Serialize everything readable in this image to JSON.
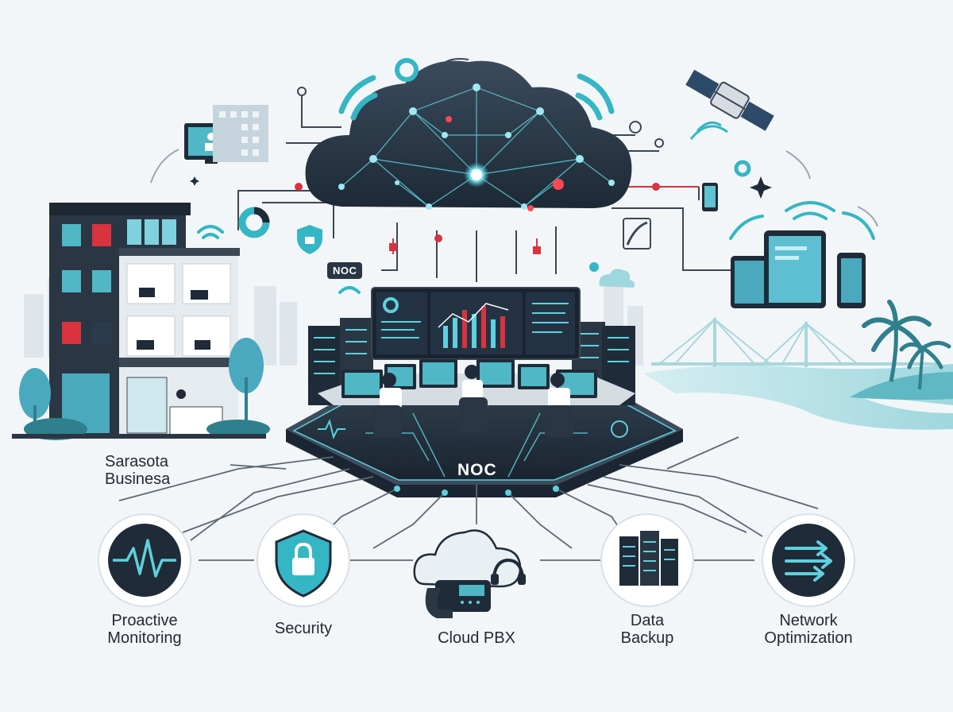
{
  "labels": {
    "business_line1": "Sarasota",
    "business_line2": "Businesa",
    "noc_tag": "NOC",
    "noc_platform": "NOC"
  },
  "services": [
    {
      "id": "monitoring",
      "line1": "Proactive",
      "line2": "Monitoring",
      "icon": "heartbeat-icon"
    },
    {
      "id": "security",
      "line1": "Security",
      "line2": "",
      "icon": "shield-lock-icon"
    },
    {
      "id": "pbx",
      "line1": "Cloud PBX",
      "line2": "",
      "icon": "cloud-phone-icon"
    },
    {
      "id": "backup",
      "line1": "Data",
      "line2": "Backup",
      "icon": "server-rack-icon"
    },
    {
      "id": "optimization",
      "line1": "Network",
      "line2": "Optimization",
      "icon": "arrows-right-icon"
    }
  ],
  "colors": {
    "navy": "#1f2b38",
    "teal": "#35b6c4",
    "accent_red": "#d8333f",
    "light_teal": "#8fd3dc",
    "line_gray": "#6b7785"
  }
}
